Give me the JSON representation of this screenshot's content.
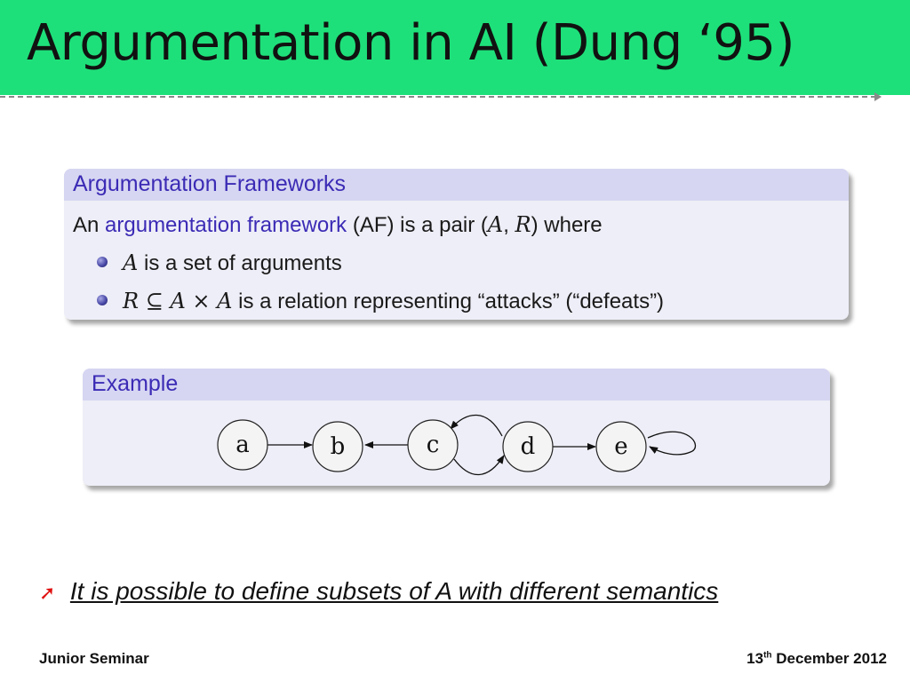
{
  "title": "Argumentation in AI (Dung ‘95)",
  "colors": {
    "title_bar": "#1ee07a",
    "block_head_text": "#3b2bb5",
    "highlight": "#3b2bb5",
    "note_arrow": "#e01010"
  },
  "af_block": {
    "heading": "Argumentation Frameworks",
    "line_prefix": "An",
    "line_term": "argumentation framework",
    "line_mid": "(AF) is a pair (",
    "line_A": "A",
    "line_comma": ", ",
    "line_R": "R",
    "line_suffix": ") where",
    "bullet1_var": "A",
    "bullet1_text": " is a set of arguments",
    "bullet2_R": "R",
    "bullet2_subseteq": " ⊆ ",
    "bullet2_A1": "A",
    "bullet2_times": " × ",
    "bullet2_A2": "A",
    "bullet2_text": " is a relation representing “attacks” (“defeats”)"
  },
  "example_block": {
    "heading": "Example",
    "nodes": [
      "a",
      "b",
      "c",
      "d",
      "e"
    ],
    "attacks": [
      [
        "a",
        "b"
      ],
      [
        "c",
        "b"
      ],
      [
        "c",
        "d"
      ],
      [
        "d",
        "c"
      ],
      [
        "d",
        "e"
      ],
      [
        "e",
        "e"
      ]
    ]
  },
  "note": {
    "icon": "red-arrow-icon",
    "text": "It is possible to define subsets of A with different semantics"
  },
  "footer": {
    "left": "Junior Seminar",
    "date_day": "13",
    "date_suffix": "th",
    "date_rest": " December 2012"
  }
}
